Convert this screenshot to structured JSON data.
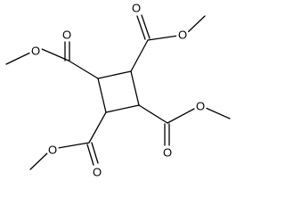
{
  "molecule": {
    "atom_symbol_oxygen": "O",
    "ring_size": 4,
    "substituent_count": 4
  }
}
